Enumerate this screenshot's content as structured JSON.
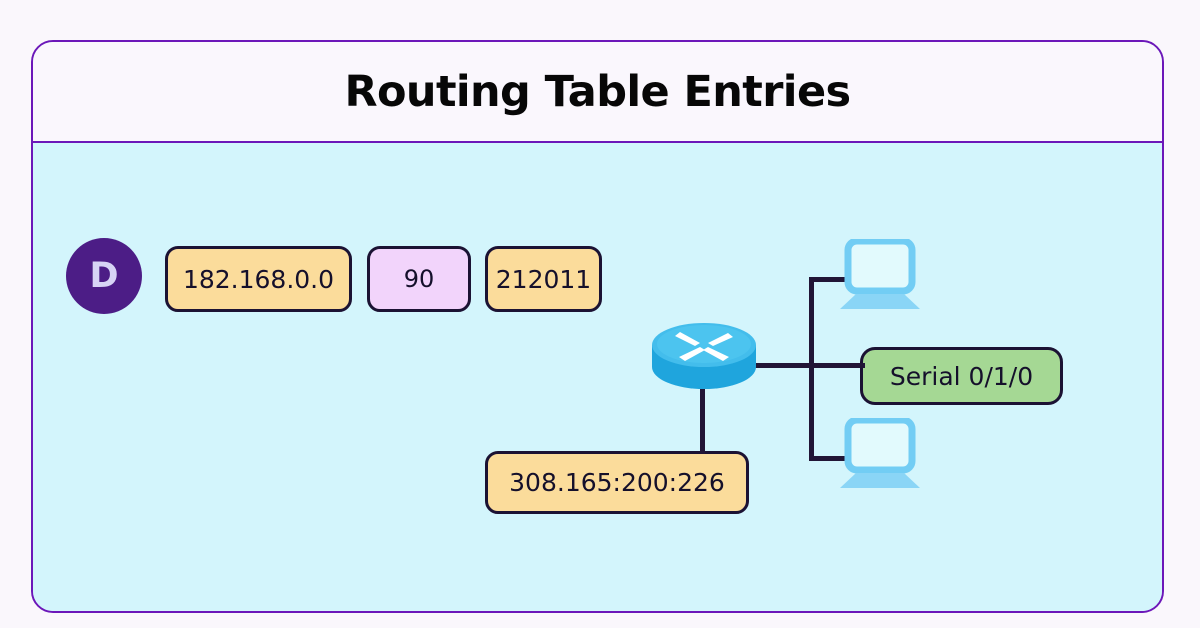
{
  "page": {
    "background_color": "#faf7fc",
    "card_border_color": "#6c17b9",
    "canvas_color": "#d3f5fc"
  },
  "header": {
    "title": "Routing Table Entries",
    "background_color": "#faf7fd",
    "title_color": "#070707"
  },
  "diagram": {
    "type": "network-routing-diagram",
    "route_entry": {
      "protocol_code": {
        "label": "D",
        "meaning_shape": "circle",
        "fill_color": "#4c1d86",
        "text_color": "#d7d4f5"
      },
      "fields": [
        {
          "name": "network-address",
          "value": "182.168.0.0",
          "color": "#fbdc9b"
        },
        {
          "name": "administrative-distance",
          "value": "90",
          "color": "#f2d4fb"
        },
        {
          "name": "metric",
          "value": "212011",
          "color": "#fbdc9b"
        }
      ]
    },
    "next_hop": {
      "name": "next-hop-address",
      "value": "308.165:200:226",
      "color": "#fbdc9b"
    },
    "exit_interface": {
      "name": "exit-interface",
      "value": "Serial 0/1/0",
      "color": "#a5d894"
    },
    "nodes": [
      {
        "name": "router",
        "icon": "router-icon",
        "color": "#35b6e8"
      },
      {
        "name": "host-top",
        "icon": "laptop-icon",
        "color": "#72cdf4"
      },
      {
        "name": "host-bottom",
        "icon": "laptop-icon",
        "color": "#72cdf4"
      }
    ],
    "link_color": "#211536"
  }
}
